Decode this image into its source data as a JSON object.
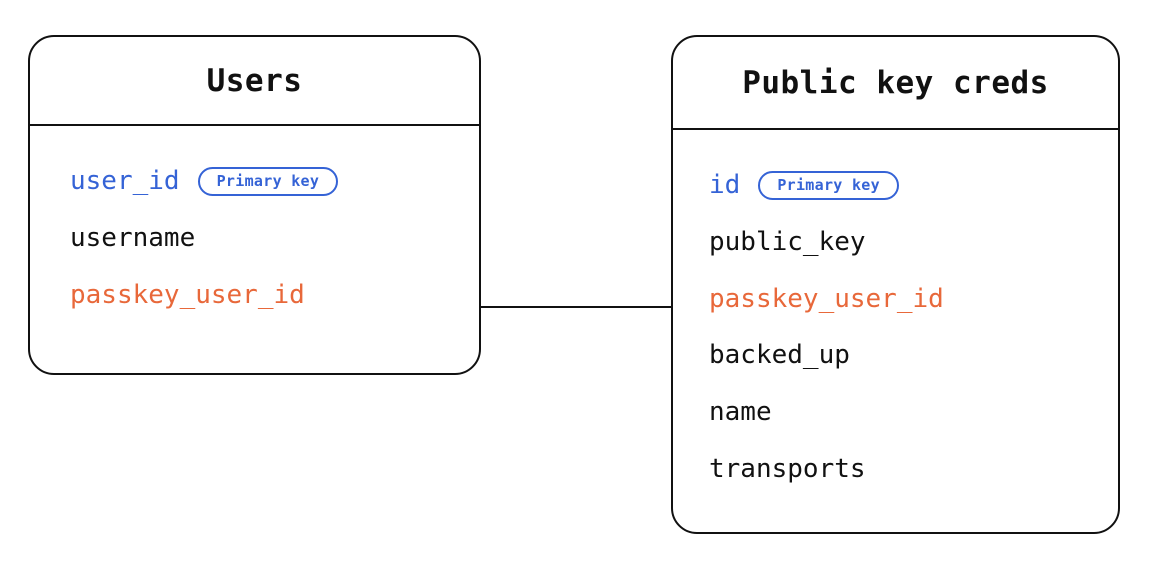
{
  "diagram": {
    "type": "entity-relationship-diagram",
    "background_color": "#ffffff",
    "colors": {
      "primary_key": "#3563d6",
      "foreign_key": "#e8683a",
      "text": "#111111",
      "border": "#111111"
    },
    "entities": [
      {
        "id": "users",
        "title": "Users",
        "attributes": [
          {
            "name": "user_id",
            "role": "primary-key",
            "badge": "Primary key"
          },
          {
            "name": "username",
            "role": "plain",
            "badge": null
          },
          {
            "name": "passkey_user_id",
            "role": "foreign-key",
            "badge": null
          }
        ]
      },
      {
        "id": "public-key-creds",
        "title": "Public key creds",
        "attributes": [
          {
            "name": "id",
            "role": "primary-key",
            "badge": "Primary key"
          },
          {
            "name": "public_key",
            "role": "plain",
            "badge": null
          },
          {
            "name": "passkey_user_id",
            "role": "foreign-key",
            "badge": null
          },
          {
            "name": "backed_up",
            "role": "plain",
            "badge": null
          },
          {
            "name": "name",
            "role": "plain",
            "badge": null
          },
          {
            "name": "transports",
            "role": "plain",
            "badge": null
          }
        ]
      }
    ],
    "relationships": [
      {
        "id": "users-to-public-key-creds",
        "from_entity": "users",
        "from_attribute": "passkey_user_id",
        "to_entity": "public-key-creds",
        "to_attribute": "passkey_user_id"
      }
    ]
  }
}
